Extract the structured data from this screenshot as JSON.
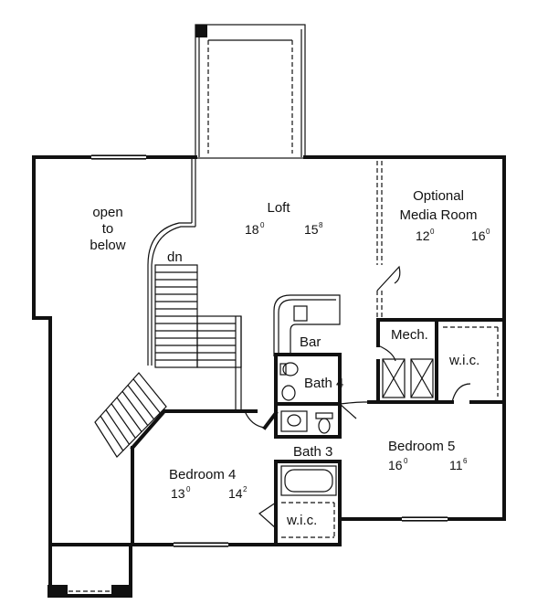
{
  "rooms": {
    "open_below": {
      "line1": "open",
      "line2": "to",
      "line3": "below"
    },
    "loft": {
      "name": "Loft",
      "w": "18",
      "w_in": "0",
      "d": "15",
      "d_in": "8"
    },
    "media": {
      "line1": "Optional",
      "line2": "Media Room",
      "w": "12",
      "w_in": "0",
      "d": "16",
      "d_in": "0"
    },
    "stair_dn": "dn",
    "bar": "Bar",
    "mech": "Mech.",
    "wic_right": "w.i.c.",
    "bath4": "Bath 4",
    "bath3": "Bath 3",
    "bedroom5": {
      "name": "Bedroom 5",
      "w": "16",
      "w_in": "0",
      "d": "11",
      "d_in": "6"
    },
    "bedroom4": {
      "name": "Bedroom 4",
      "w": "13",
      "w_in": "0",
      "d": "14",
      "d_in": "2"
    },
    "wic_bottom": "w.i.c."
  }
}
